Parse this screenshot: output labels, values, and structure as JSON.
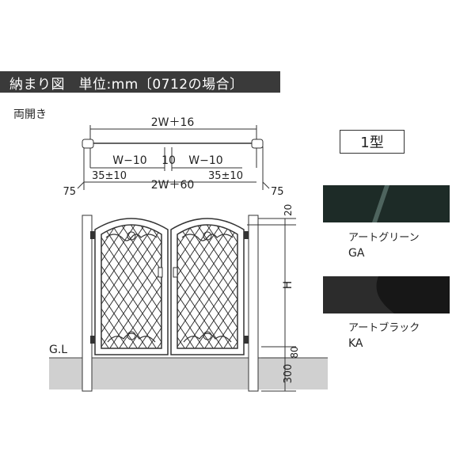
{
  "header": {
    "title": "納まり図　単位:mm〔0712の場合〕"
  },
  "subtitle": "両開き",
  "dimensions": {
    "overall_top": "2W＋16",
    "left_leaf": "W−10",
    "center_gap": "10",
    "right_leaf": "W−10",
    "left_offset": "35±10",
    "right_offset": "35±10",
    "overall_bottom": "2W＋60",
    "left_post": "75",
    "right_post": "75",
    "top_clearance": "20",
    "height": "H",
    "bottom_clearance": "80",
    "embed_depth": "300"
  },
  "ground_label": "G.L",
  "model": {
    "label": "1型"
  },
  "swatches": [
    {
      "name": "アートグリーン",
      "code": "GA",
      "color": "#1d2b27"
    },
    {
      "name": "アートブラック",
      "code": "KA",
      "color": "#171717"
    }
  ]
}
